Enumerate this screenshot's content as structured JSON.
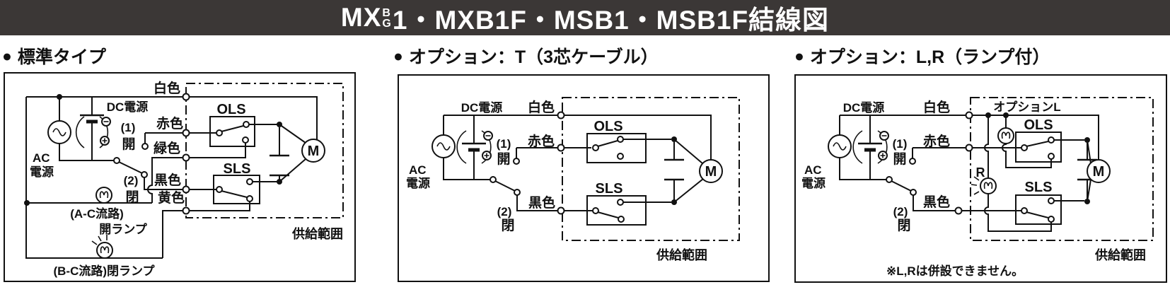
{
  "banner": {
    "prefix": "MX",
    "stackTop": "B",
    "stackBottom": "G",
    "suffix": "1・MXB1F・MSB1・MSB1F結線図",
    "bg_color": "#3b3736",
    "fg_color": "#ffffff"
  },
  "bullet": "●",
  "p1": {
    "header": "標準タイプ",
    "dc": "DC電源",
    "ac1": "AC",
    "ac2": "電源",
    "n1": "(1)",
    "open": "開",
    "n2": "(2)",
    "close": "閉",
    "white": "白色",
    "red": "赤色",
    "green": "緑色",
    "black": "黒色",
    "yellow": "黄色",
    "ols": "OLS",
    "sls": "SLS",
    "m": "M",
    "supply": "供給範囲",
    "lampA": "(A-C流路)",
    "lampA2": "開ランプ",
    "lampB": "(B-C流路)閉ランプ"
  },
  "p2": {
    "header": "オプション：T（3芯ケーブル）",
    "dc": "DC電源",
    "ac1": "AC",
    "ac2": "電源",
    "n1": "(1)",
    "open": "開",
    "n2": "(2)",
    "close": "閉",
    "white": "白色",
    "red": "赤色",
    "black": "黒色",
    "ols": "OLS",
    "sls": "SLS",
    "m": "M",
    "supply": "供給範囲"
  },
  "p3": {
    "header": "オプション：L,R（ランプ付）",
    "dc": "DC電源",
    "ac1": "AC",
    "ac2": "電源",
    "n1": "(1)",
    "open": "開",
    "n2": "(2)",
    "close": "閉",
    "white": "白色",
    "red": "赤色",
    "black": "黒色",
    "ols": "OLS",
    "sls": "SLS",
    "m": "M",
    "supply": "供給範囲",
    "optionL": "オプションL",
    "r": "R",
    "note": "※L,Rは併設できません。"
  }
}
